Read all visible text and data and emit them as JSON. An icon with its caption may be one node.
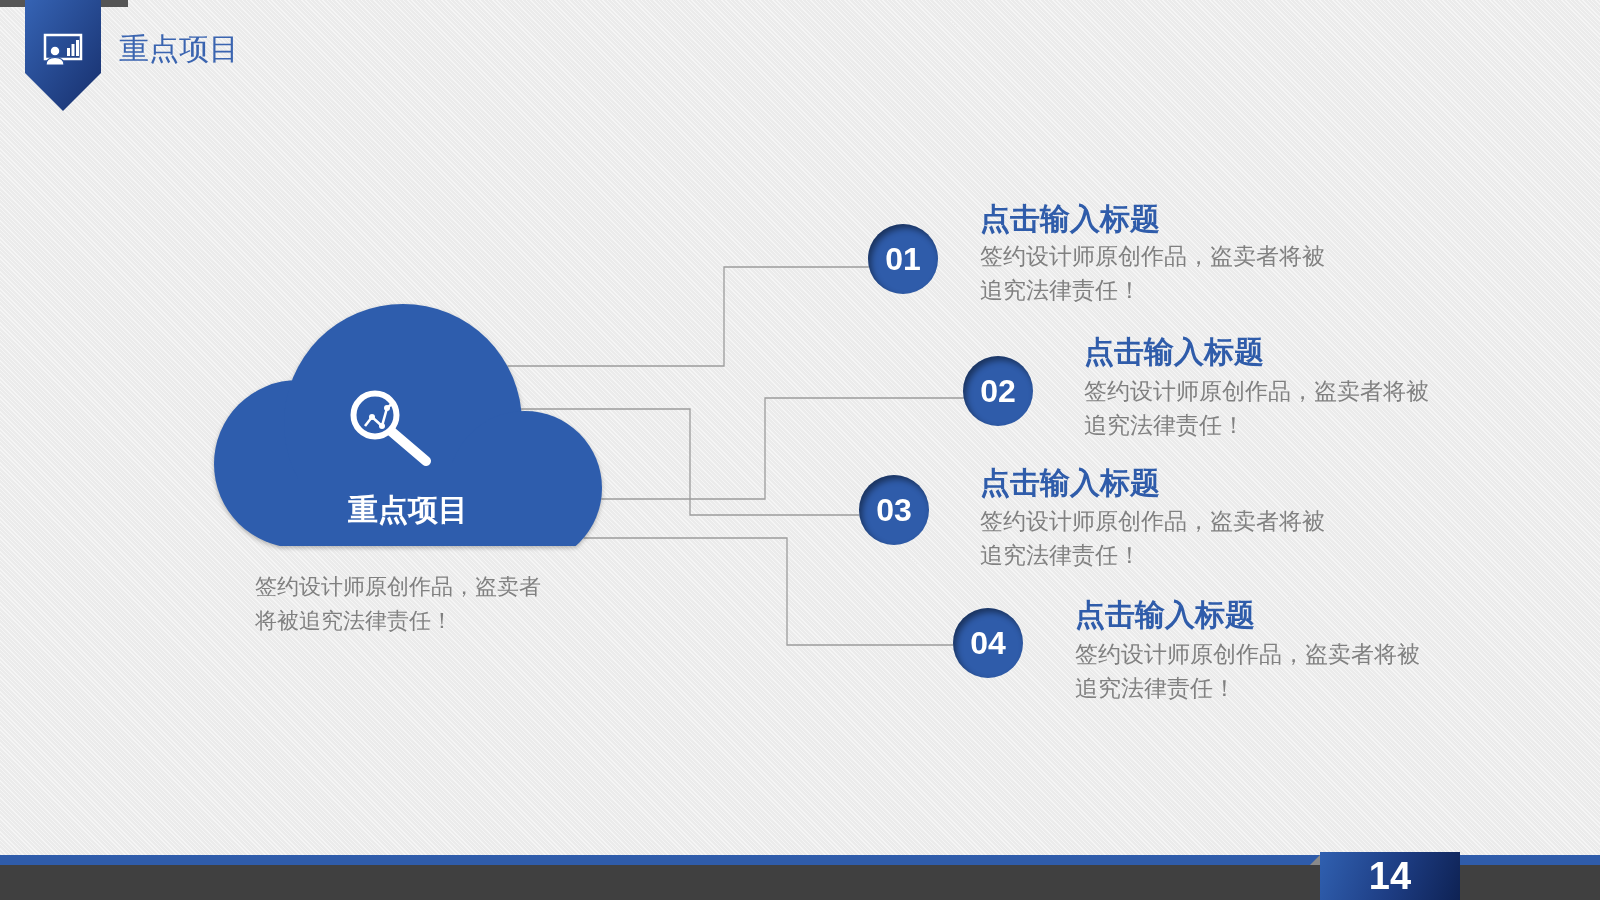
{
  "diagram": {
    "title": "重点项目",
    "nodes": [
      {
        "text": [
          "重点项目"
        ],
        "beside": [
          "签约设计师原创作品，盗卖者将被追究法律责任！"
        ]
      },
      {
        "text": [
          "01"
        ],
        "beside": [
          "点击输入标题",
          "签约设计师原创作品，盗卖者将被追究法律责任！"
        ]
      },
      {
        "text": [
          "02"
        ],
        "beside": [
          "点击输入标题",
          "签约设计师原创作品，盗卖者将被追究法律责任！"
        ]
      },
      {
        "text": [
          "03"
        ],
        "beside": [
          "点击输入标题",
          "签约设计师原创作品，盗卖者将被追究法律责任！"
        ]
      },
      {
        "text": [
          "04"
        ],
        "beside": [
          "点击输入标题",
          "签约设计师原创作品，盗卖者将被追究法律责任！"
        ]
      }
    ],
    "edges": [
      {
        "from": 0,
        "to": 1,
        "arrow": "none"
      },
      {
        "from": 0,
        "to": 2,
        "arrow": "none"
      },
      {
        "from": 0,
        "to": 3,
        "arrow": "none"
      },
      {
        "from": 0,
        "to": 4,
        "arrow": "none"
      }
    ],
    "labels": [
      "14"
    ]
  }
}
